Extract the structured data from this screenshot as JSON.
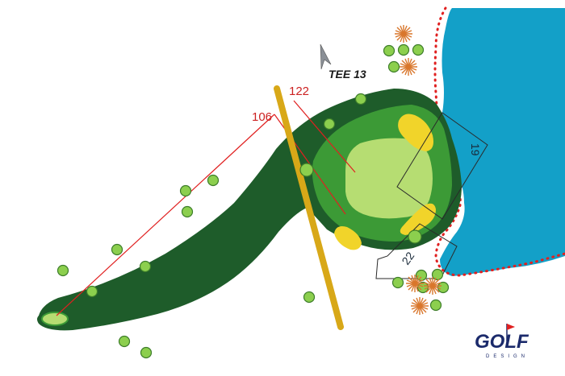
{
  "hole": {
    "tee_label": "TEE 13"
  },
  "distances": {
    "front": "106",
    "back": "122"
  },
  "dimensions": {
    "green_width": "19",
    "green_depth": "22"
  },
  "logo": {
    "main": "GOLF",
    "sub": "DESIGN"
  },
  "colors": {
    "water": "#13a0c8",
    "rough": "#1e5c2a",
    "fringe": "#3c9a36",
    "green": "#b6dd72",
    "bunker": "#f1d42a",
    "marker_bar": "#d8a818",
    "hazard_line": "#e02020",
    "tree": "#8ccf4e"
  },
  "icons": [
    "north-arrow-icon",
    "tree-icon",
    "shrub-icon",
    "flag-icon"
  ]
}
